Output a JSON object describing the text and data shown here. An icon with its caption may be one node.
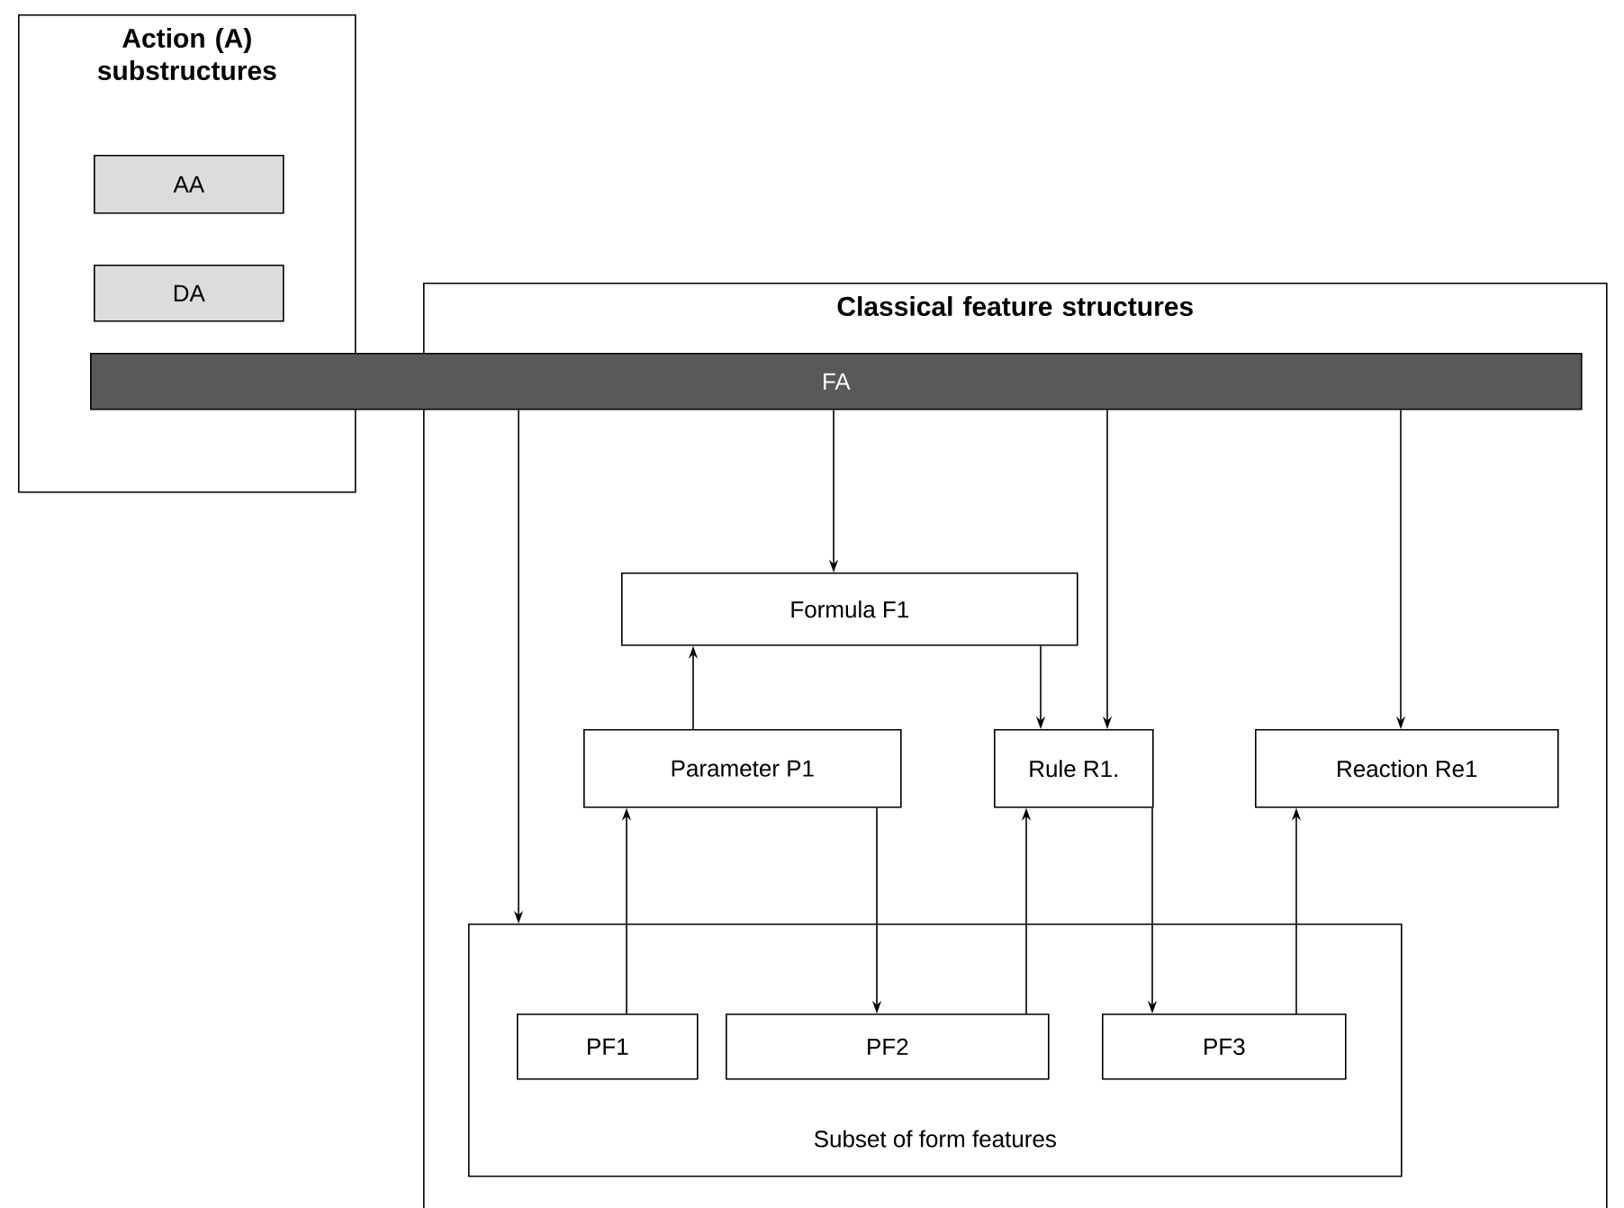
{
  "diagram": {
    "nodes": [
      {
        "text": [
          "Action (A) substructures"
        ]
      },
      {
        "text": [
          "AA"
        ],
        "in": 0
      },
      {
        "text": [
          "DA"
        ],
        "in": 0
      },
      {
        "text": [
          "Classical feature structures"
        ]
      },
      {
        "text": [
          "FA"
        ]
      },
      {
        "text": [
          "Formula F1"
        ],
        "in": 3
      },
      {
        "text": [
          "Parameter P1"
        ],
        "in": 3
      },
      {
        "text": [
          "Rule R1."
        ],
        "in": 3
      },
      {
        "text": [
          "Reaction Re1"
        ],
        "in": 3
      },
      {
        "text": [
          "Subset of form features"
        ],
        "in": 3
      },
      {
        "text": [
          "PF1"
        ],
        "in": 9
      },
      {
        "text": [
          "PF2"
        ],
        "in": 9
      },
      {
        "text": [
          "PF3"
        ],
        "in": 9
      }
    ],
    "edges": [
      {
        "from": 4,
        "to": 5,
        "arrow": "to"
      },
      {
        "from": 4,
        "to": 7,
        "arrow": "to"
      },
      {
        "from": 4,
        "to": 8,
        "arrow": "to"
      },
      {
        "from": 4,
        "to": 9,
        "arrow": "to"
      },
      {
        "from": 6,
        "to": 5,
        "arrow": "to"
      },
      {
        "from": 5,
        "to": 7,
        "arrow": "to"
      },
      {
        "from": 10,
        "to": 6,
        "arrow": "to"
      },
      {
        "from": 6,
        "to": 11,
        "arrow": "to"
      },
      {
        "from": 11,
        "to": 7,
        "arrow": "to"
      },
      {
        "from": 7,
        "to": 12,
        "arrow": "to"
      },
      {
        "from": 12,
        "to": 8,
        "arrow": "to"
      }
    ]
  }
}
